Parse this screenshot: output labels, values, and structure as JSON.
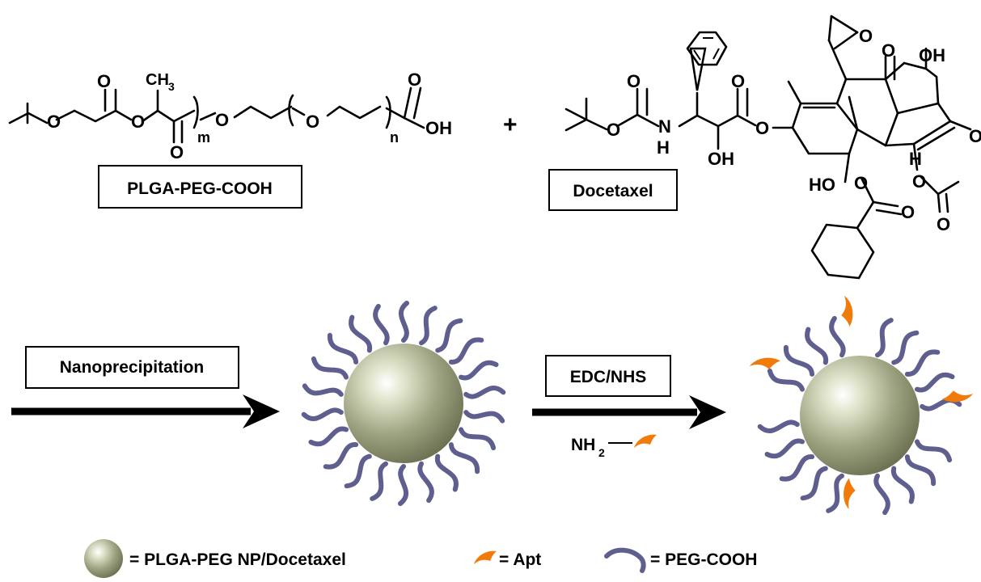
{
  "plga_peg": {
    "label": "PLGA-PEG-COOH",
    "atom_O": "O",
    "ch3": "CH",
    "ch3_sub": "3",
    "sub_m": "m",
    "sub_n": "n",
    "oh": "OH"
  },
  "plus": "+",
  "docetaxel": {
    "label": "Docetaxel",
    "atom_O": "O",
    "atom_N": "N",
    "atom_H": "H",
    "oh": "OH",
    "ho": "HO"
  },
  "step1": {
    "label": "Nanoprecipitation"
  },
  "step2": {
    "label": "EDC/NHS",
    "amine": "NH",
    "amine_sub": "2"
  },
  "legend": {
    "np": "= PLGA-PEG NP/Docetaxel",
    "apt": "= Apt",
    "peg": "= PEG-COOH"
  },
  "colors": {
    "peg": "#5f5f8f",
    "aptamer": "#f07a0a",
    "nanoparticle": "#8a8f6a"
  }
}
